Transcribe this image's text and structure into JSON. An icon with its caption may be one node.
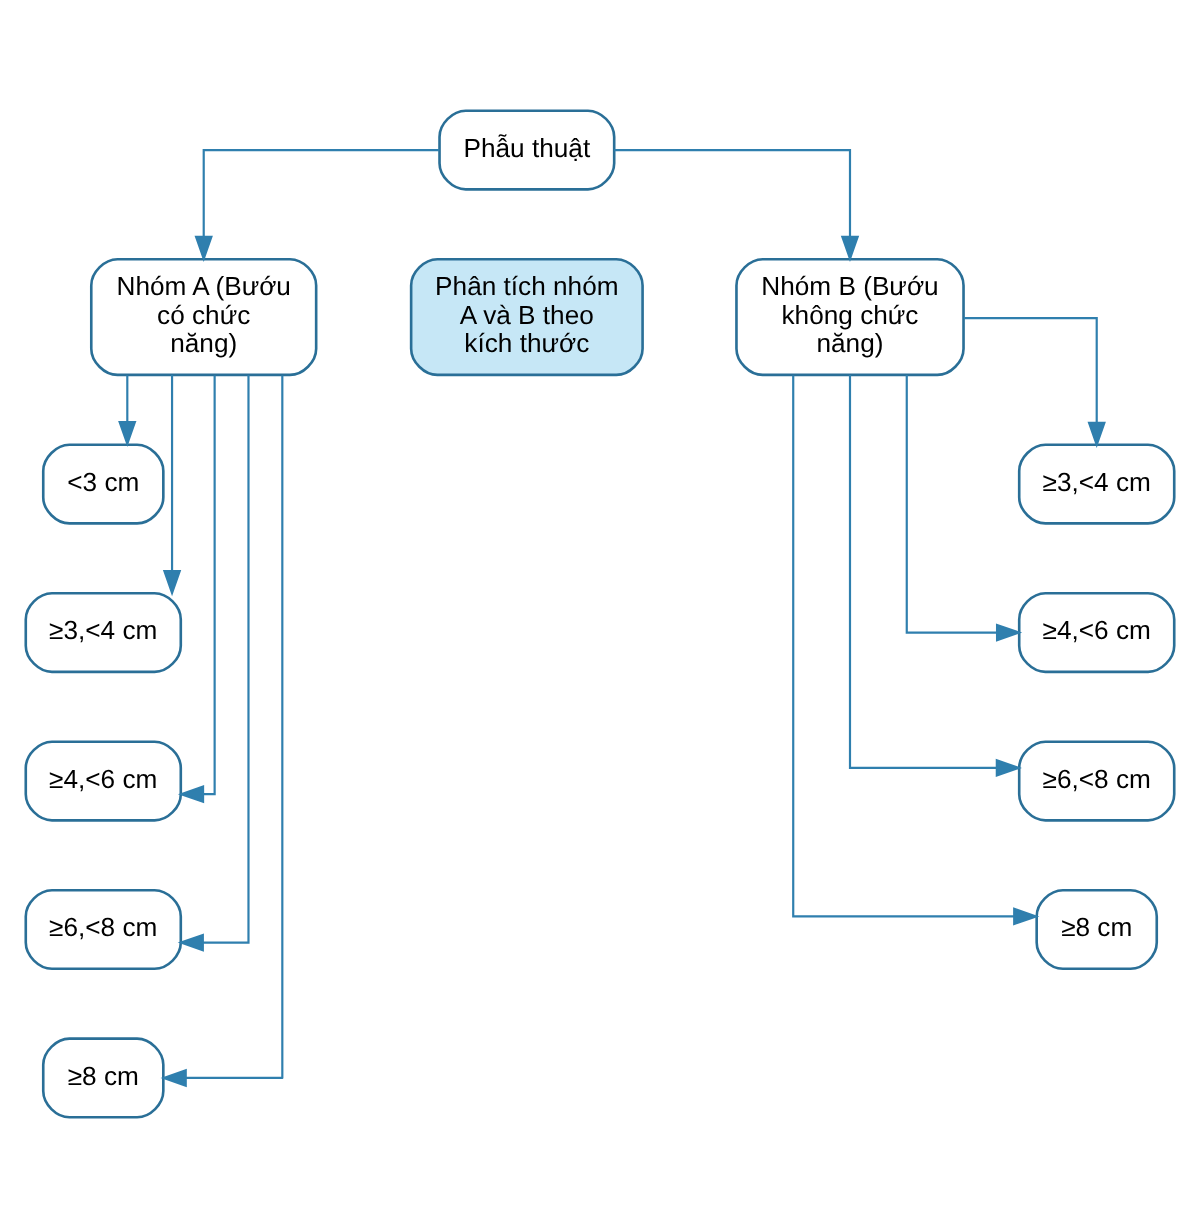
{
  "diagram": {
    "nodes": [
      {
        "text": [
          "Phẫu thuật"
        ]
      },
      {
        "text": [
          "Nhóm A (Bướu có chức năng)"
        ]
      },
      {
        "text": [
          "Phân tích nhóm A và B theo kích thước"
        ]
      },
      {
        "text": [
          "Nhóm B (Bướu không chức năng)"
        ]
      },
      {
        "text": [
          "<3 cm"
        ]
      },
      {
        "text": [
          "≥3,<4 cm"
        ]
      },
      {
        "text": [
          "≥4,<6 cm"
        ]
      },
      {
        "text": [
          "≥6,<8 cm"
        ]
      },
      {
        "text": [
          "≥8 cm"
        ]
      },
      {
        "text": [
          "≥3,<4 cm"
        ]
      },
      {
        "text": [
          "≥4,<6 cm"
        ]
      },
      {
        "text": [
          "≥6,<8 cm"
        ]
      },
      {
        "text": [
          "≥8 cm"
        ]
      }
    ],
    "edges": [
      {
        "from": 0,
        "to": 1,
        "arrow": "to"
      },
      {
        "from": 0,
        "to": 3,
        "arrow": "to"
      },
      {
        "from": 1,
        "to": 4,
        "arrow": "to"
      },
      {
        "from": 1,
        "to": 5,
        "arrow": "to"
      },
      {
        "from": 1,
        "to": 6,
        "arrow": "to"
      },
      {
        "from": 1,
        "to": 7,
        "arrow": "to"
      },
      {
        "from": 1,
        "to": 8,
        "arrow": "to"
      },
      {
        "from": 3,
        "to": 9,
        "arrow": "to"
      },
      {
        "from": 3,
        "to": 10,
        "arrow": "to"
      },
      {
        "from": 3,
        "to": 11,
        "arrow": "to"
      },
      {
        "from": 3,
        "to": 12,
        "arrow": "to"
      }
    ]
  }
}
